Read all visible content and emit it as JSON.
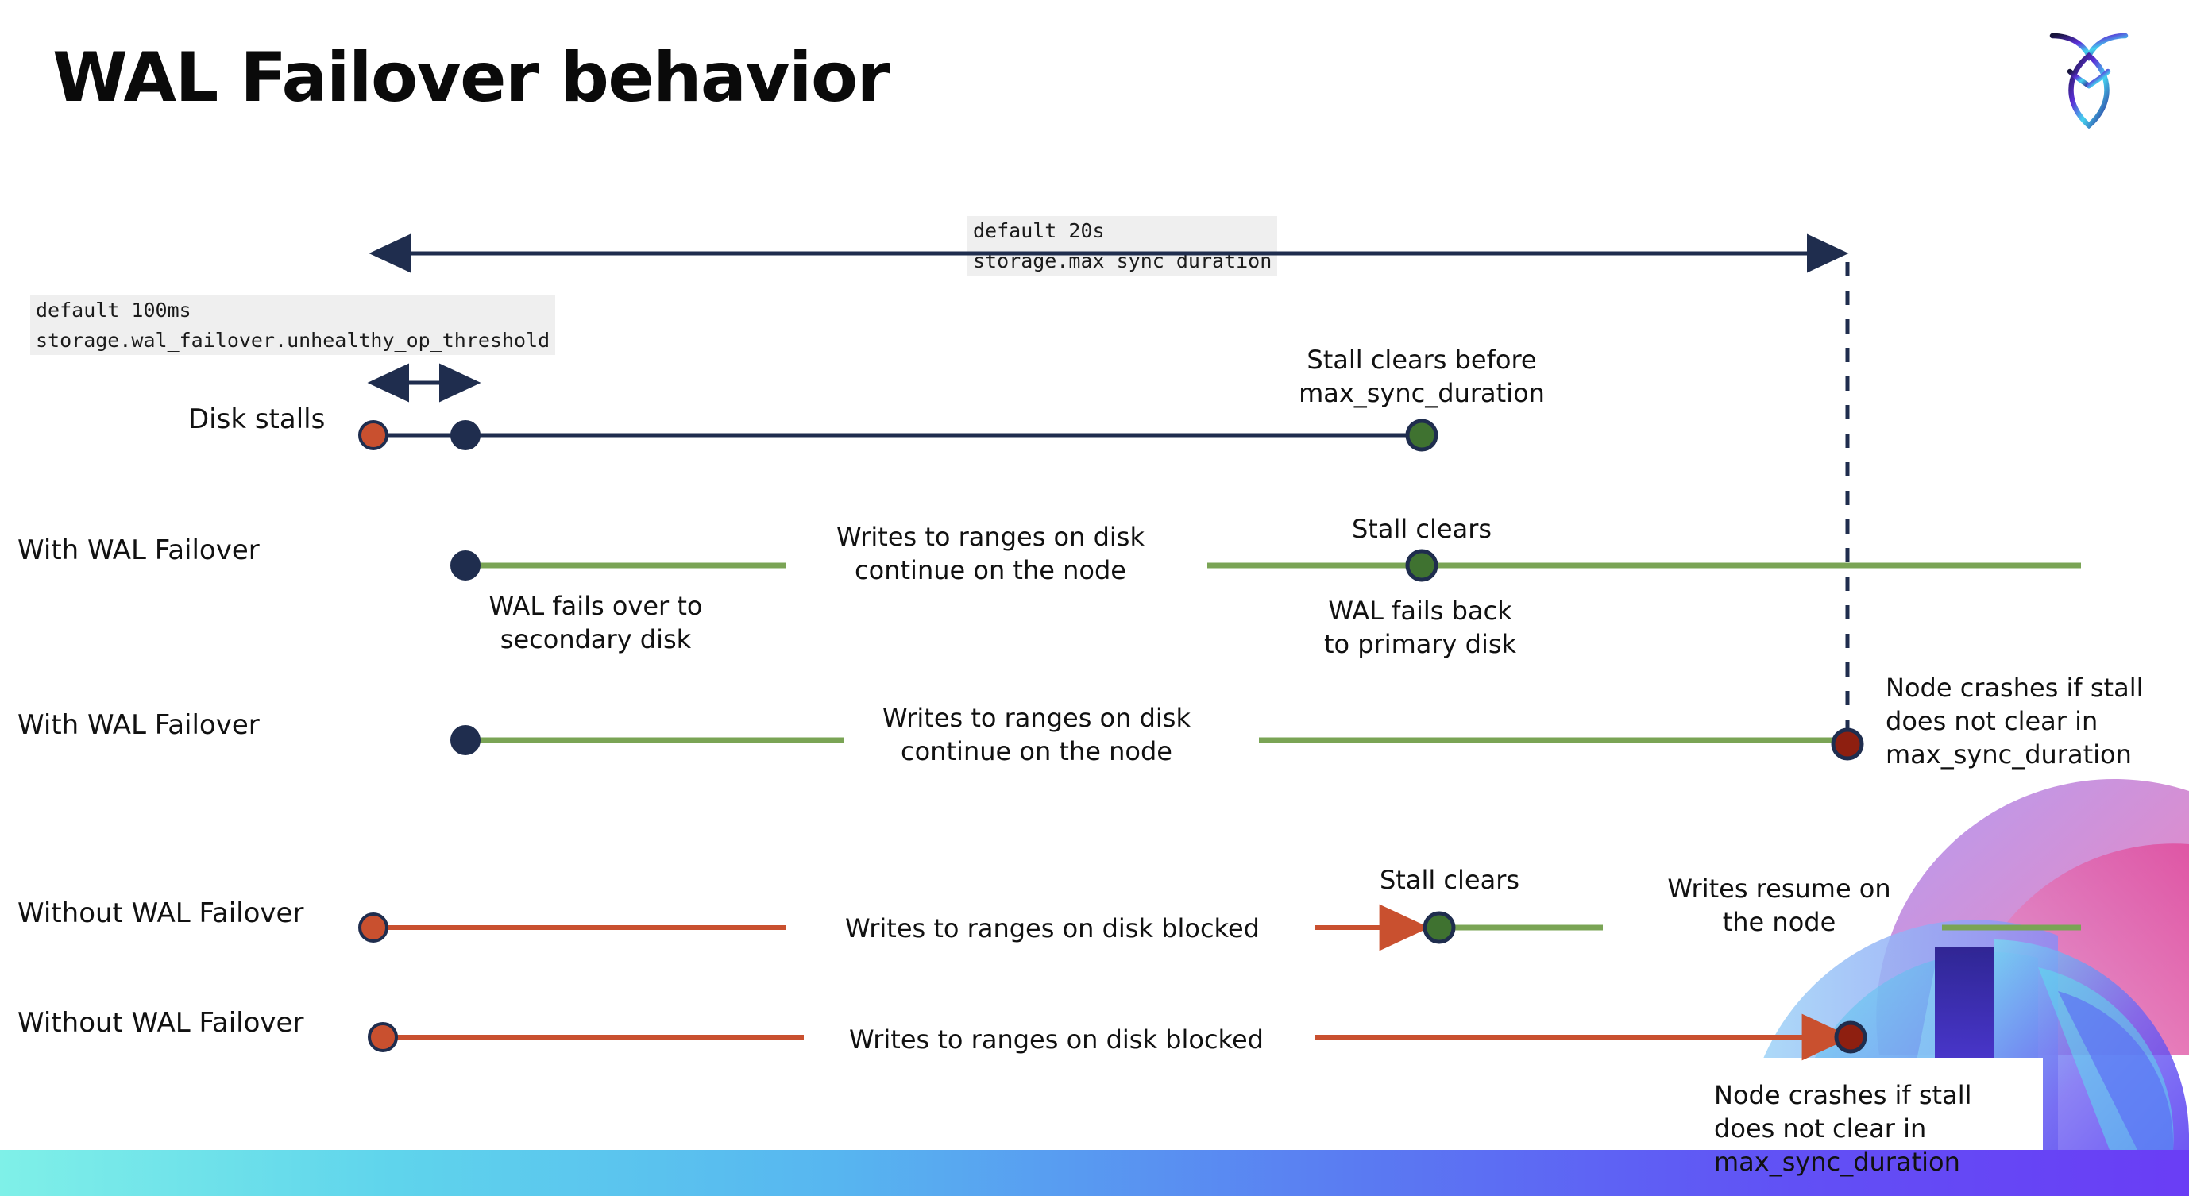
{
  "slide": {
    "title": "WAL Failover behavior",
    "logo_name": "cockroachdb-logo"
  },
  "settings": [
    {
      "id": "max-sync-duration",
      "default_line": "default 20s",
      "name_line": "storage.max_sync_duration"
    },
    {
      "id": "unhealthy-op-threshold",
      "default_line": "default 100ms",
      "name_line": "storage.wal_failover.unhealthy_op_threshold"
    }
  ],
  "rows": [
    {
      "id": "disk-stalls",
      "label": "Disk stalls",
      "annotation_right": "Stall clears before\nmax_sync_duration"
    },
    {
      "id": "with-wal-failover-clears",
      "label": "With WAL Failover",
      "annotation_under_start": "WAL fails over to\nsecondary disk",
      "annotation_mid": "Writes to ranges on disk\ncontinue on the node",
      "annotation_above_event": "Stall clears",
      "annotation_under_event": "WAL fails  back\nto primary disk"
    },
    {
      "id": "with-wal-failover-crash",
      "label": "With WAL Failover",
      "annotation_mid": "Writes to ranges on disk\ncontinue on the node",
      "annotation_right": "Node crashes if stall\ndoes not clear in\nmax_sync_duration"
    },
    {
      "id": "without-wal-failover-clears",
      "label": "Without WAL Failover",
      "annotation_mid": "Writes to ranges on disk  blocked",
      "annotation_above_event": "Stall clears",
      "annotation_right": "Writes resume on\nthe node"
    },
    {
      "id": "without-wal-failover-crash",
      "label": "Without WAL Failover",
      "annotation_mid": "Writes to ranges on disk  blocked",
      "annotation_below_right": "Node crashes if stall\ndoes not clear in\nmax_sync_duration"
    }
  ],
  "colors": {
    "navy": "#1f2d4e",
    "green_line": "#7aa455",
    "green_dot": "#3f7230",
    "orange": "#c9502f",
    "dark_red": "#8e1f10",
    "code_bg": "#efefef",
    "text": "#111111"
  }
}
